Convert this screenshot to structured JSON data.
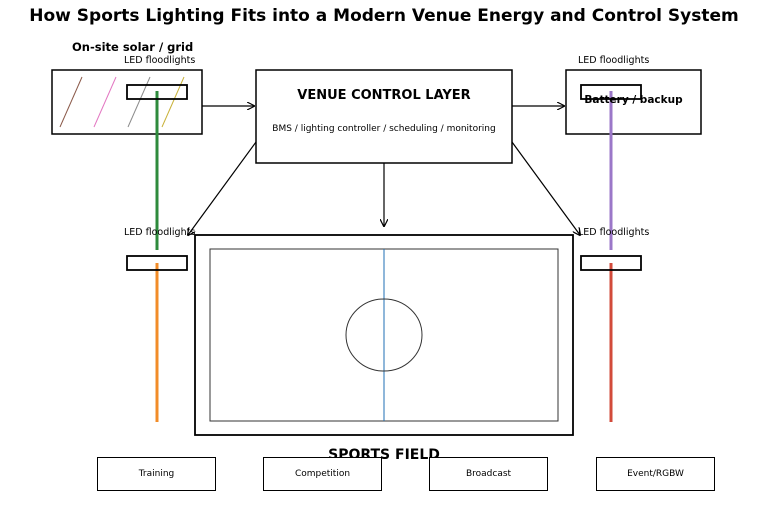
{
  "title": "How Sports Lighting Fits into a Modern Venue Energy and Control System",
  "energy_source": {
    "label": "On-site solar / grid"
  },
  "control_layer": {
    "title": "VENUE CONTROL LAYER",
    "subtitle": "BMS / lighting controller / scheduling / monitoring"
  },
  "storage": {
    "label": "Battery / backup"
  },
  "field": {
    "label": "SPORTS FIELD"
  },
  "floodlights": [
    {
      "label": "LED floodlights",
      "pole_color": "#2e8b3c"
    },
    {
      "label": "LED floodlights",
      "pole_color": "#9b77c8"
    },
    {
      "label": "LED floodlights",
      "pole_color": "#f28c28"
    },
    {
      "label": "LED floodlights",
      "pole_color": "#d24a3a"
    }
  ],
  "modes": [
    "Training",
    "Competition",
    "Broadcast",
    "Event/RGBW"
  ],
  "colors": {
    "solar_stripes": [
      "#8b5a4a",
      "#e377c2",
      "#8c8c8c",
      "#c9b23a"
    ],
    "field_midline": "#1f6fb4"
  }
}
